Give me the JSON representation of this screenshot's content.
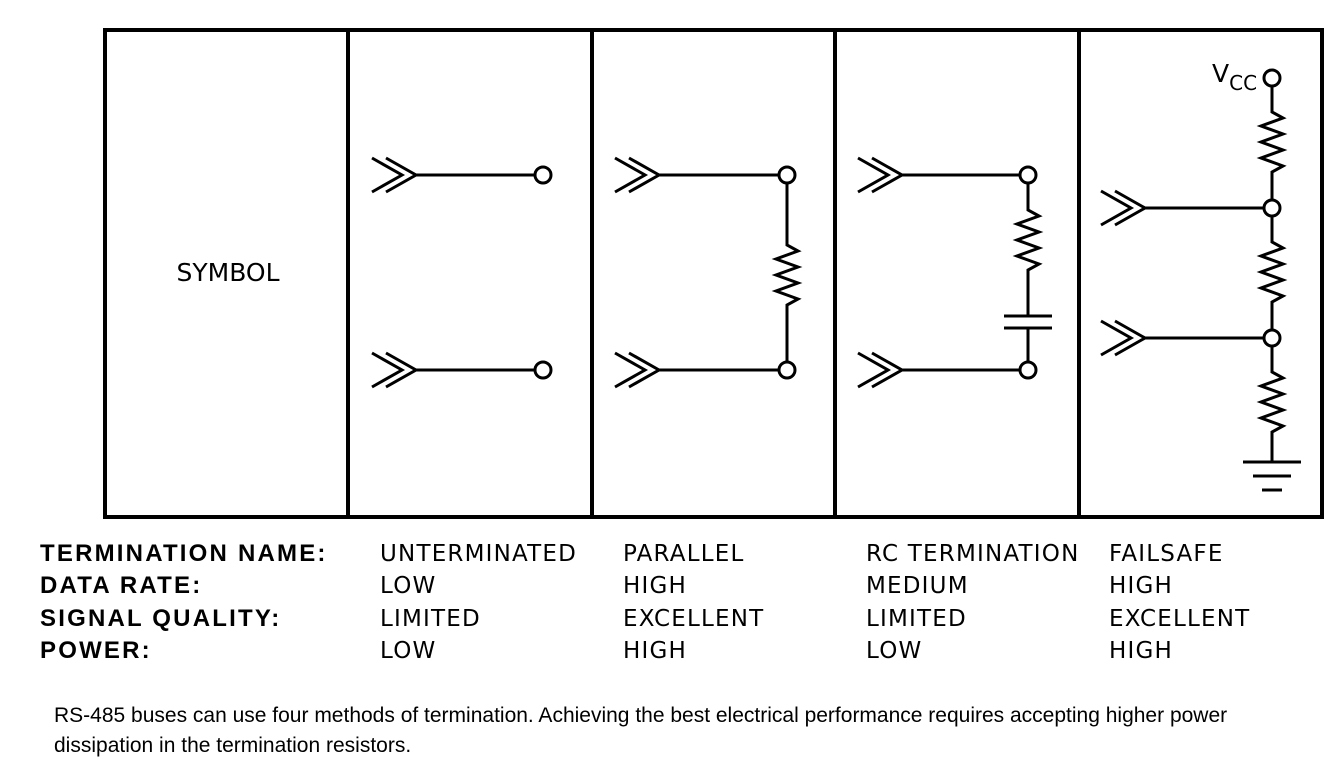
{
  "header": {
    "symbol_label": "SYMBOL"
  },
  "vcc_label": {
    "main": "V",
    "sub": "CC"
  },
  "columns": [
    {
      "id": "unterminated"
    },
    {
      "id": "parallel"
    },
    {
      "id": "rc-termination"
    },
    {
      "id": "failsafe"
    }
  ],
  "table": {
    "rows": [
      {
        "label": "TERMINATION NAME:",
        "values": [
          "UNTERMINATED",
          "PARALLEL",
          "RC TERMINATION",
          "FAILSAFE"
        ]
      },
      {
        "label": "DATA RATE:",
        "values": [
          "LOW",
          "HIGH",
          "MEDIUM",
          "HIGH"
        ]
      },
      {
        "label": "SIGNAL QUALITY:",
        "values": [
          "LIMITED",
          "EXCELLENT",
          "LIMITED",
          "EXCELLENT"
        ]
      },
      {
        "label": "POWER:",
        "values": [
          "LOW",
          "HIGH",
          "LOW",
          "HIGH"
        ]
      }
    ]
  },
  "caption": "RS-485 buses can use four methods of termination. Achieving the best electrical performance requires accepting higher power dissipation in the termination resistors."
}
